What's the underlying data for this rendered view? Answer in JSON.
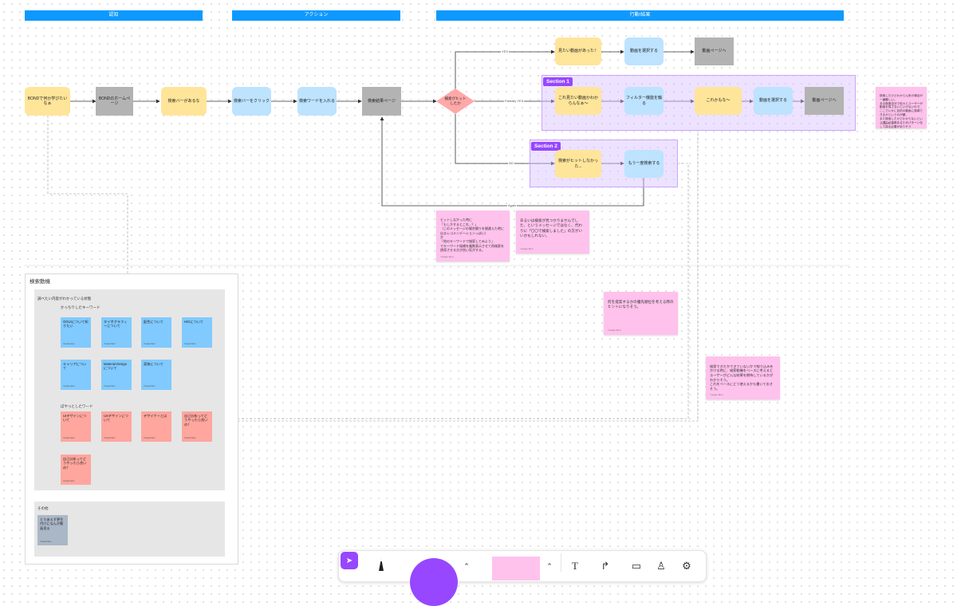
{
  "headers": {
    "recognition": "認知",
    "action": "アクション",
    "judgment": "行動/結果"
  },
  "nodes": {
    "start": "BONDで何か学びたいなぁ",
    "bond_home": "BONDのホームページ",
    "find_search": "検索バーがあるな",
    "click_search": "検索バーをクリック",
    "enter_word": "検索ワードを入れる",
    "results_page": "検索結果ページ",
    "decision": "検索がヒットしたか",
    "found_video": "見たい動画があった！",
    "select_video_1": "動画を選択する",
    "video_page_1": "動画ページへ",
    "unclear": "これ見たい動画かわからんなぁ〜",
    "use_filter": "フィルター機能を触る",
    "maybe_this": "これかもな〜",
    "select_video_2": "動画を選択する",
    "video_page_2": "動画ページへ",
    "no_hit": "検索がヒットしなかった...",
    "search_again": "もう一度検索する"
  },
  "edges": {
    "yes": "YES",
    "partial": "Partially YES",
    "no": "NO",
    "again": "Again"
  },
  "sections": {
    "s1": "Section 1",
    "s2": "Section 2"
  },
  "stickies": {
    "s_right": "検索したけどわからん系の場合が一番難しい。\nある程度自分で色々とユーザーが動画を探さないといけないので、ここでいかに目的の動画に誘導できるかというのが鍵。\nまた検索したけどわからないという理由が複数あるためパターン化して探る必要がありそう",
    "s_left": "ヒットしなかった時に\n「もしかするとこれ...？」\n（このメッセージの場合綴りを間違えた時に出るレコメンデーションっぽい）\nか\n「他のキーワードで検索してみよう」\nでキーワード候補を複数表示させて再検索を誘導させる方が良い気がする。",
    "s_mid": "あるいは検索が見つかりませんでした、というメッセージではなく、代わりに「〇〇で検索しました」の方がいいかもしれない。",
    "s_hint": "何を提案するかの優先順位を考える際のヒントになりそう。",
    "s_bottom": "検索できたかできていないかで絞り込みをかける時に、検索動機をベースに考えるとユーザーがどんな結果を期待しているかがわかりそう。\nこれをベースにどう使えるかも書いておきそう。",
    "author": "Yusuke Mori"
  },
  "frame": {
    "title": "検索動機",
    "group1_label": "調べたい内容がわかっている状態",
    "sub1_label": "かっちりしたキーワード",
    "sub2_label": "ぼやっとしたワード",
    "blue_notes": [
      "OOUIについて知りたい",
      "タイポグラフィーについて",
      "配色について",
      "HIGについて",
      "キャリアについて",
      "Material Designについて",
      "実装について"
    ],
    "red_notes": [
      "UIデザインについて",
      "UXデザインについて",
      "デザイナーとは",
      "自己分析ってどうやったら良いの？",
      "自己分析ってどうやったら良いの？"
    ],
    "group2_label": "その他",
    "other_notes": [
      "とりあえず更生付けになんか動画見る"
    ]
  },
  "toolbar": {
    "tools": [
      "move-tool",
      "pen-tool",
      "shape-tool",
      "sticky-tool",
      "text-tool",
      "connector-tool",
      "section-tool",
      "stamp-tool",
      "widget-tool"
    ],
    "accent": "#9747ff"
  }
}
